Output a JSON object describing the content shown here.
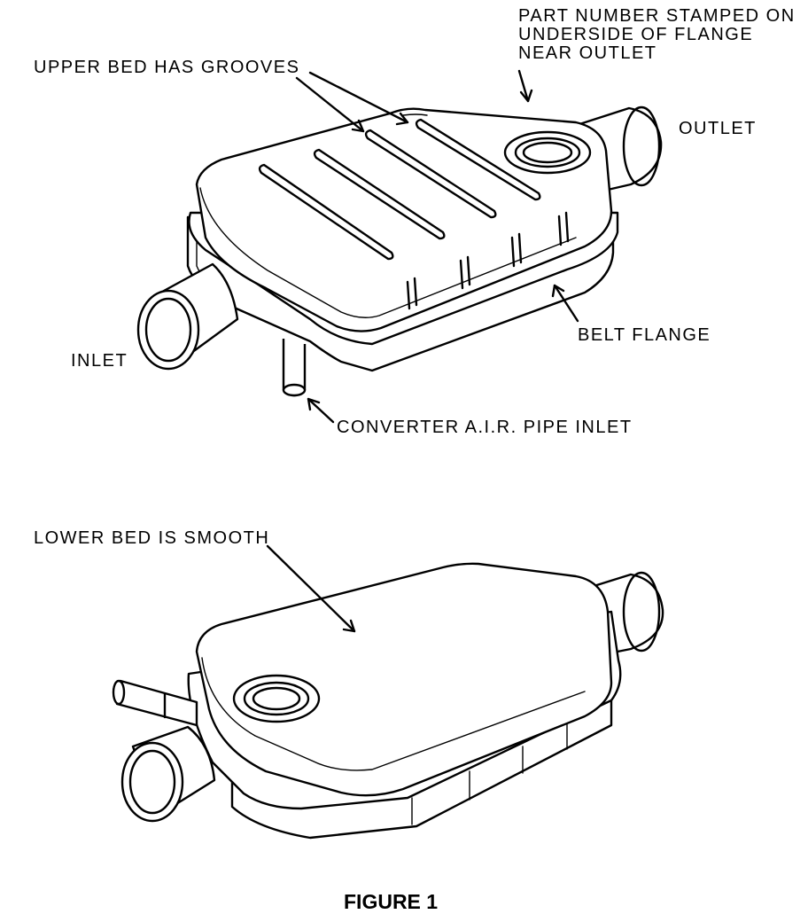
{
  "labels": {
    "part_number": [
      "PART NUMBER STAMPED ON",
      "UNDERSIDE OF FLANGE",
      "NEAR OUTLET"
    ],
    "upper_bed": "UPPER BED HAS GROOVES",
    "outlet": "OUTLET",
    "belt_flange": "BELT FLANGE",
    "inlet": "INLET",
    "air_pipe": "CONVERTER A.I.R. PIPE INLET",
    "lower_bed": "LOWER BED IS SMOOTH"
  },
  "caption": "FIGURE 1"
}
